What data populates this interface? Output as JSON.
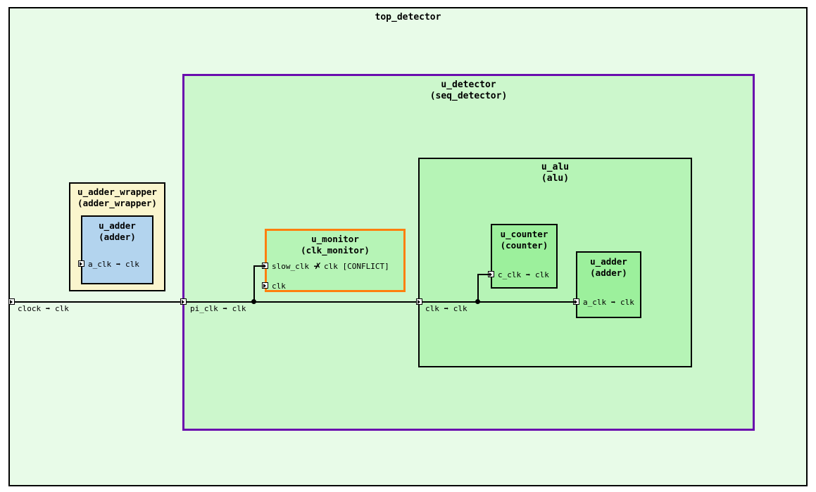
{
  "diagram": {
    "kind": "clock-hierarchy-block-diagram",
    "colors": {
      "top_fill": "#e8fbe8",
      "detector_fill": "#ccf7cc",
      "detector_border": "#6a0dad",
      "alu_fill": "#b6f4b6",
      "wrapper_fill": "#faf5cd",
      "adder_blue_fill": "#b3d4ee",
      "monitor_border": "#ff7f0e",
      "leaf_fill": "#9cf09c",
      "line": "#000000"
    }
  },
  "top": {
    "title": "top_detector"
  },
  "detector": {
    "title": "u_detector",
    "subtitle": "(seq_detector)"
  },
  "alu": {
    "title": "u_alu",
    "subtitle": "(alu)"
  },
  "adder_wrapper": {
    "title": "u_adder_wrapper",
    "subtitle": "(adder_wrapper)",
    "child": {
      "title": "u_adder",
      "subtitle": "(adder)",
      "port": "a_clk ➡ clk"
    }
  },
  "monitor": {
    "title": "u_monitor",
    "subtitle": "(clk_monitor)",
    "ports": [
      {
        "label_left": "slow_clk ➡",
        "conflict_mark": "✗",
        "label_right": "clk [CONFLICT]"
      },
      {
        "label_left": "clk",
        "conflict_mark": "",
        "label_right": ""
      }
    ]
  },
  "counter": {
    "title": "u_counter",
    "subtitle": "(counter)",
    "port": "c_clk ➡ clk"
  },
  "alu_adder": {
    "title": "u_adder",
    "subtitle": "(adder)",
    "port": "a_clk ➡ clk"
  },
  "wires": {
    "top_label": "clock ➡ clk",
    "detector_label": "pi_clk ➡ clk",
    "alu_label": "clk ➡ clk"
  }
}
